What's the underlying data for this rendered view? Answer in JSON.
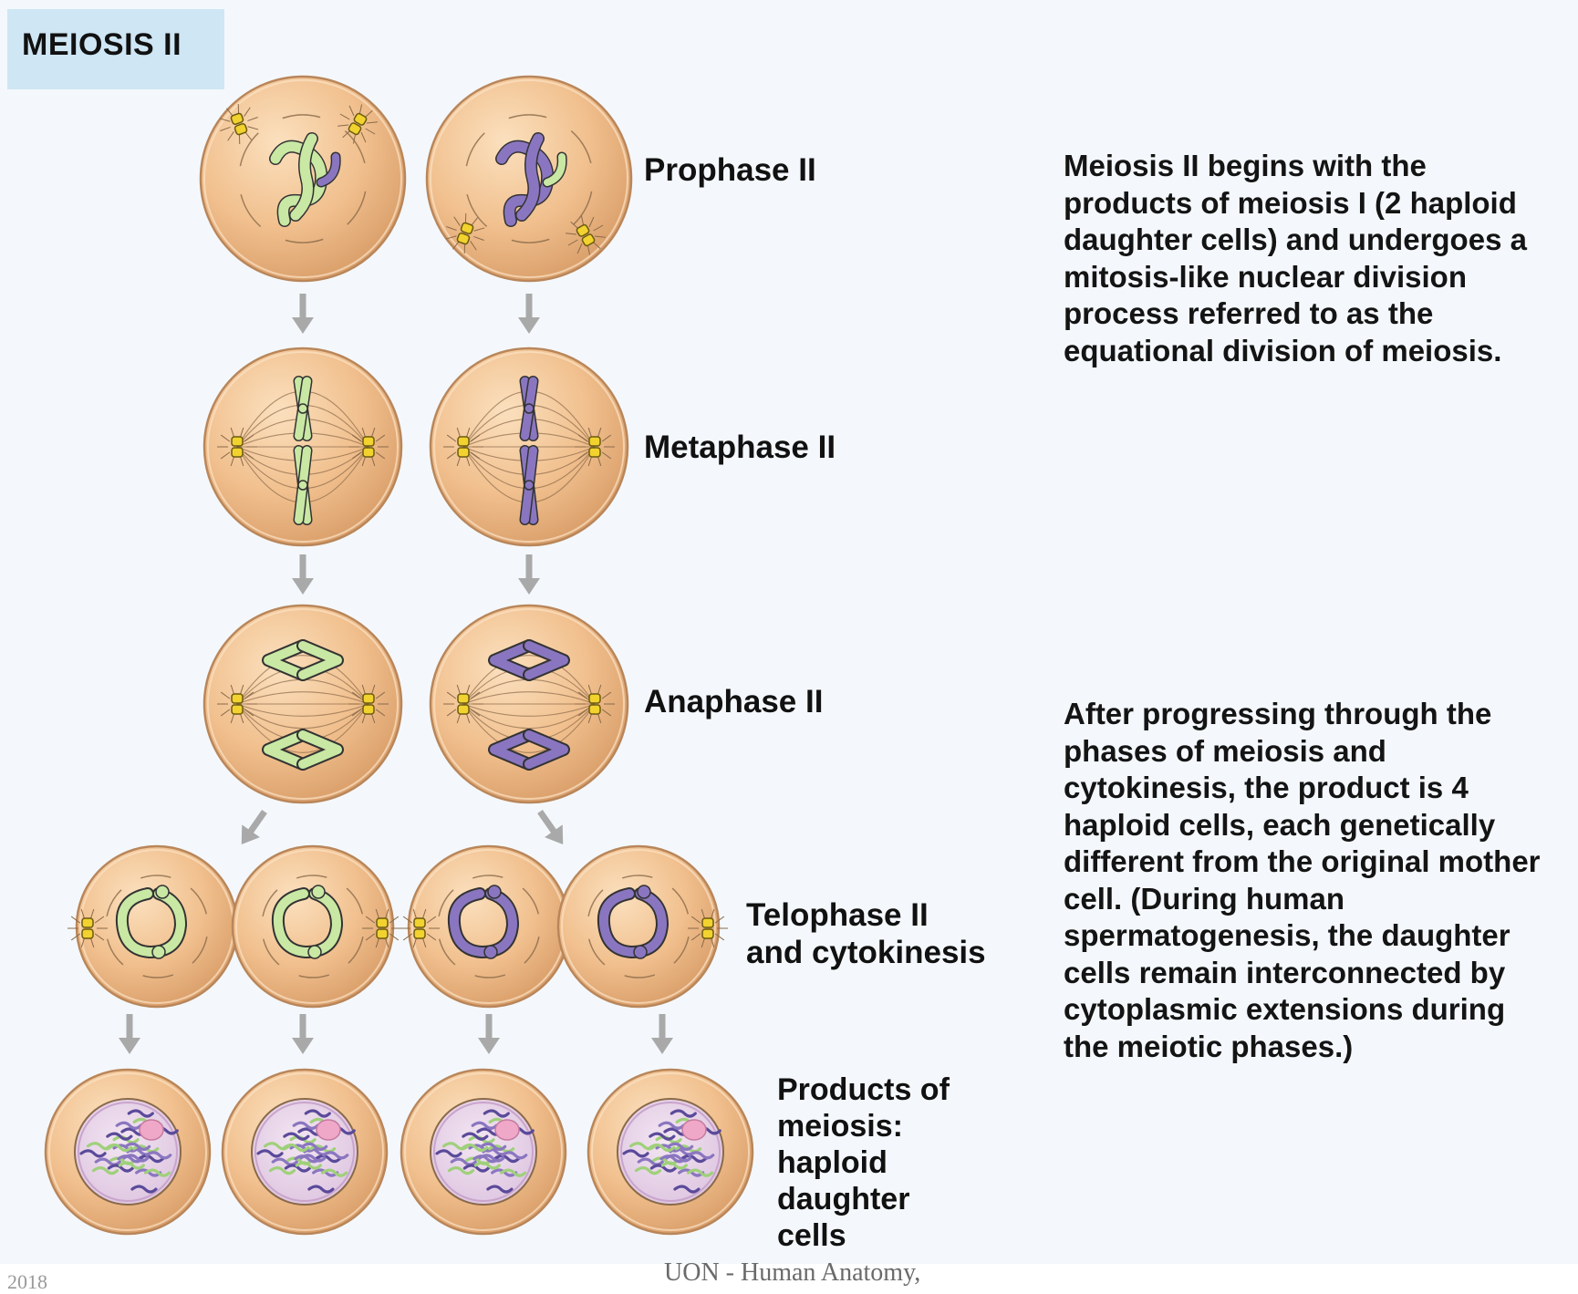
{
  "title": "MEIOSIS II",
  "phases": {
    "prophase": "Prophase II",
    "metaphase": "Metaphase II",
    "anaphase": "Anaphase II",
    "telophase_line1": "Telophase II",
    "telophase_line2": "and cytokinesis"
  },
  "products_label": [
    "Products of",
    "meiosis:",
    "haploid",
    "daughter cells"
  ],
  "description_top": "Meiosis II begins with the products of meiosis I (2 haploid daughter cells) and undergoes a mitosis-like nuclear division process referred to as the equational division of meiosis.",
  "description_bottom": "After progressing through the phases of meiosis and cytokinesis, the product is 4 haploid cells, each genetically different from the original mother cell. (During human spermatogenesis, the daughter cells remain interconnected by cytoplasmic extensions during the meiotic phases.)",
  "footer": "UON - Human Anatomy,",
  "corner_text": "2018",
  "colors": {
    "cell_fill": "#f1c08e",
    "cell_edge": "#b9865a",
    "chromosome_green": "#c9e8a4",
    "chromosome_purple": "#8a76c0",
    "centrosome": "#f2d22e",
    "arrow": "#a9a9a9",
    "title_bg": "#cfe6f4",
    "nucleus_fill": "#e9d6ec",
    "nucleolus": "#f0a8c8"
  }
}
